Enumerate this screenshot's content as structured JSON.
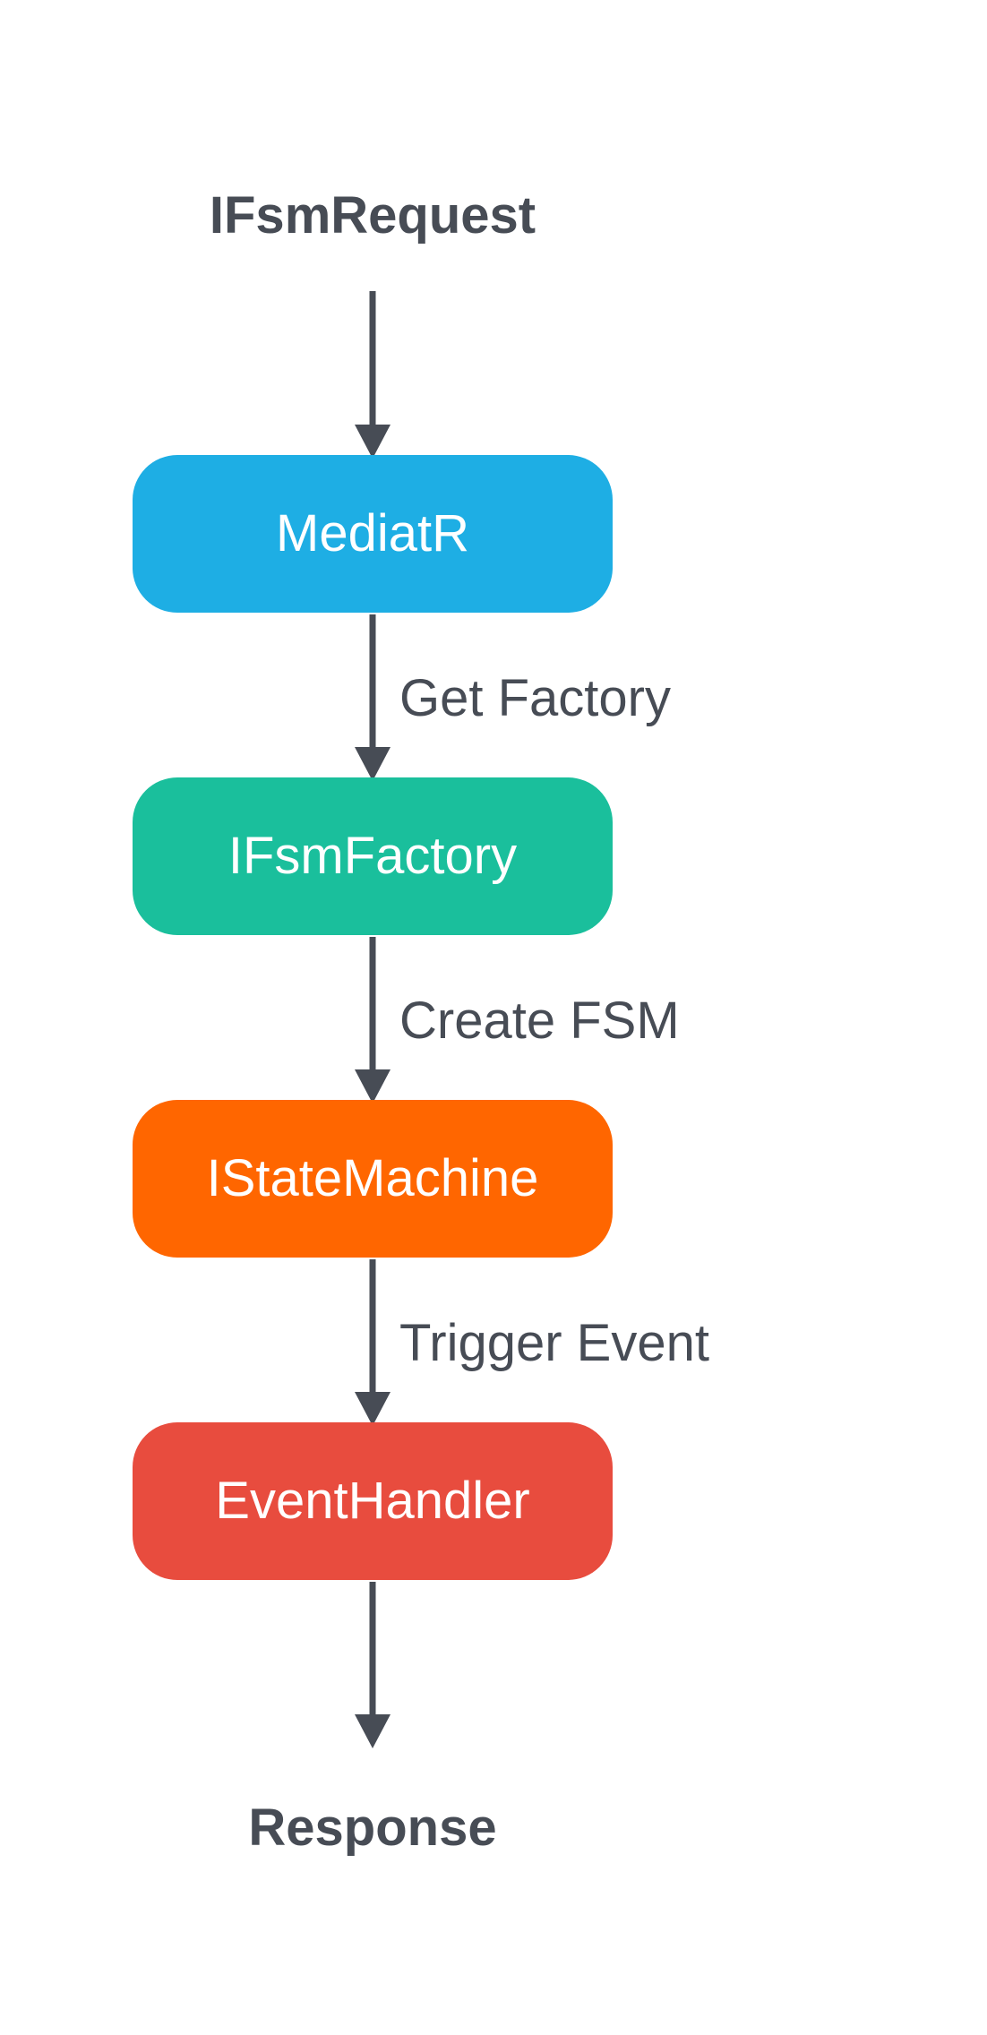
{
  "diagram": {
    "start_label": "IFsmRequest",
    "end_label": "Response",
    "nodes": [
      {
        "label": "MediatR",
        "color": "#1eaee4"
      },
      {
        "label": "IFsmFactory",
        "color": "#1abf9c"
      },
      {
        "label": "IStateMachine",
        "color": "#ff6600"
      },
      {
        "label": "EventHandler",
        "color": "#e84c3e"
      }
    ],
    "edges": [
      {
        "label": ""
      },
      {
        "label": "Get Factory"
      },
      {
        "label": "Create FSM"
      },
      {
        "label": "Trigger Event"
      },
      {
        "label": ""
      }
    ],
    "line_color": "#474c55"
  }
}
